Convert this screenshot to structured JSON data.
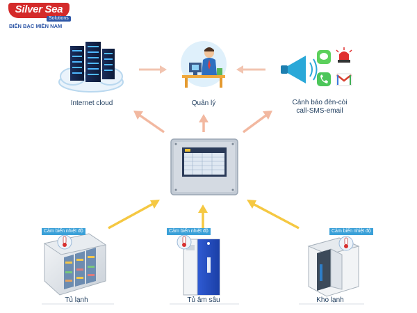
{
  "logo": {
    "brand": "Silver Sea",
    "tag": "Solutions",
    "subtitle": "BIỂN BẠC MIỀN NAM"
  },
  "nodes": {
    "cloud": "Internet cloud",
    "manager": "Quản lý",
    "alert_line1": "Cảnh báo đèn-còi",
    "alert_line2": "call-SMS-email",
    "fridge": "Tủ lạnh",
    "freezer": "Tủ âm sâu",
    "coldroom": "Kho lạnh"
  },
  "sensor_tags": {
    "fridge": "Cảm biến nhiệt độ",
    "freezer": "Cảm biến nhiệt độ",
    "coldroom": "Cảm biến nhiệt độ"
  },
  "colors": {
    "arrow_up": "#f5c842",
    "arrow_out": "#f2b8a0",
    "label": "#1d3b5c",
    "tag_bg": "#3aa0d8"
  }
}
